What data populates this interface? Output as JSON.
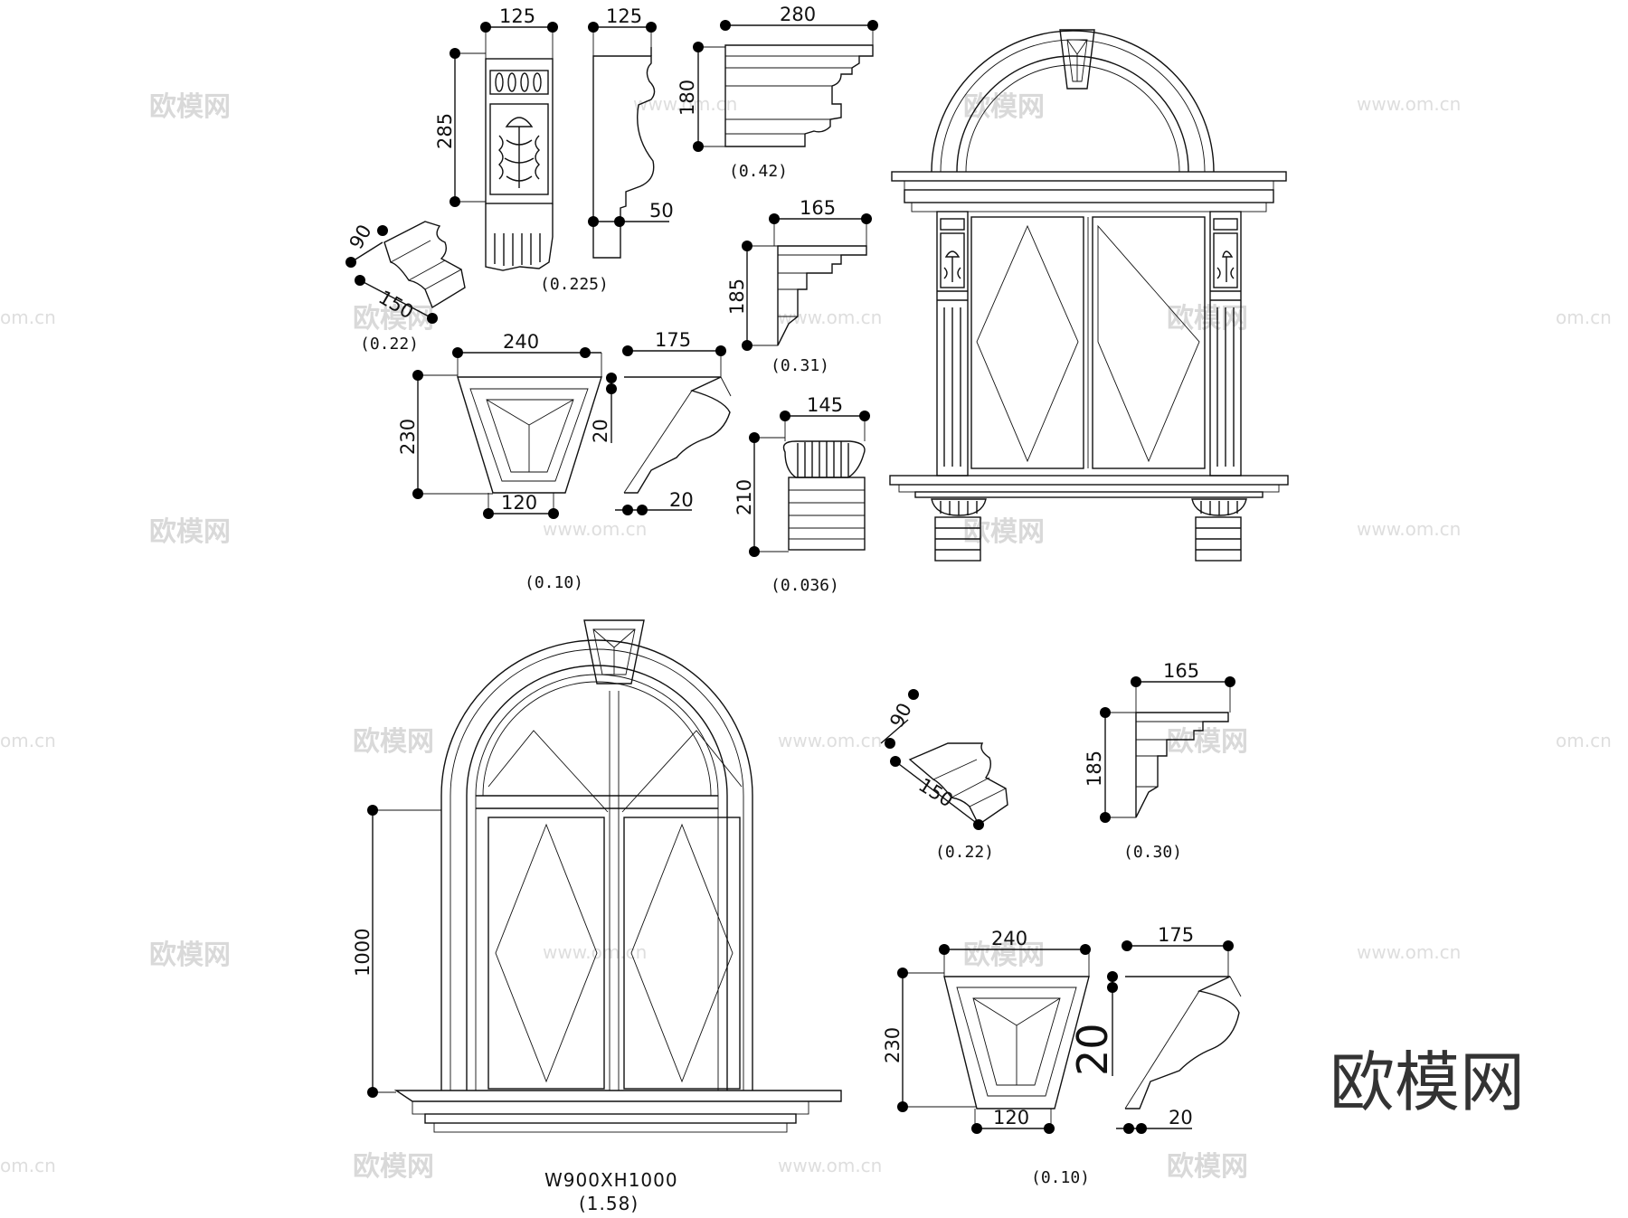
{
  "watermarks": {
    "brand_cn": "欧模网",
    "site": "www.om.cn",
    "site_short": "om.cn",
    "logo": "欧模网"
  },
  "bracket_top": {
    "w1": "125",
    "w2": "125",
    "h": "285",
    "foot": "50",
    "ratio": "(0.225)"
  },
  "cornice_280": {
    "w": "280",
    "h": "180",
    "ratio": "(0.42)"
  },
  "corbel_small_top": {
    "a": "90",
    "b": "150",
    "ratio": "(0.22)"
  },
  "profile_165_top": {
    "w": "165",
    "h": "185",
    "ratio": "(0.31)"
  },
  "keystone_top": {
    "w": "240",
    "side": "175",
    "h": "230",
    "gap": "20",
    "bottom": "120",
    "edge": "20",
    "ratio": "(0.10)"
  },
  "capital_145": {
    "w": "145",
    "h": "210",
    "ratio": "(0.036)"
  },
  "arch_window": {
    "height": "1000",
    "size": "W900XH1000",
    "ratio": "(1.58)"
  },
  "corbel_small_bottom": {
    "a": "90",
    "b": "150",
    "ratio": "(0.22)"
  },
  "profile_165_bottom": {
    "w": "165",
    "h": "185",
    "ratio": "(0.30)"
  },
  "keystone_bottom": {
    "w": "240",
    "side": "175",
    "h": "230",
    "gap": "20",
    "bottom": "120",
    "edge": "20",
    "ratio": "(0.10)"
  }
}
